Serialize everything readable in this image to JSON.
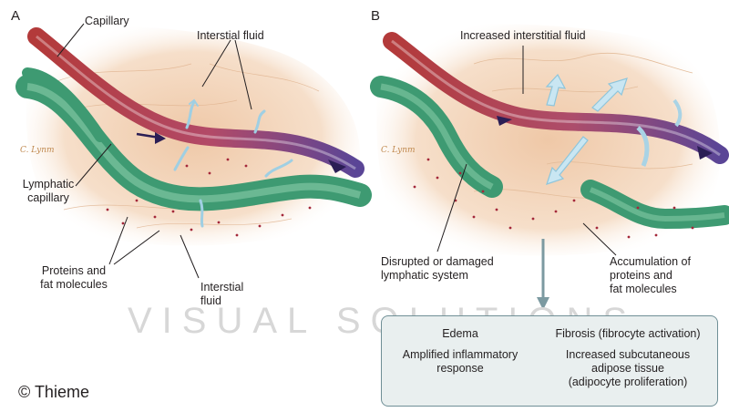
{
  "panels": {
    "a": {
      "letter": "A",
      "labels": {
        "capillary": "Capillary",
        "interstitial_fluid_top": "Interstial fluid",
        "lymphatic_capillary_line1": "Lymphatic",
        "lymphatic_capillary_line2": "capillary",
        "proteins_line1": "Proteins and",
        "proteins_line2": "fat molecules",
        "interstitial_fluid_bottom_line1": "Interstial",
        "interstitial_fluid_bottom_line2": "fluid"
      },
      "signature": "C. Lynm"
    },
    "b": {
      "letter": "B",
      "labels": {
        "increased_fluid": "Increased interstitial fluid",
        "disrupted_line1": "Disrupted or damaged",
        "disrupted_line2": "lymphatic system",
        "accumulation_line1": "Accumulation of",
        "accumulation_line2": "proteins and",
        "accumulation_line3": "fat molecules"
      },
      "signature": "C. Lynm"
    }
  },
  "outcomes": {
    "left": {
      "title": "Edema",
      "line1": "Amplified inflammatory",
      "line2": "response"
    },
    "right": {
      "title": "Fibrosis (fibrocyte activation)",
      "line1": "Increased subcutaneous",
      "line2": "adipose tissue",
      "line3": "(adipocyte proliferation)"
    }
  },
  "watermark": "VISUAL SOLUTIONS",
  "copyright": "© Thieme",
  "colors": {
    "tissue": "#f3d3b5",
    "artery": "#c0504d",
    "vein": "#6a4c9c",
    "lymph": "#3e9a72",
    "fluid_arrow": "#bfe0ee",
    "leader": "#231f20",
    "connector": "#7c9aa1",
    "box_fill": "#e9efef"
  }
}
